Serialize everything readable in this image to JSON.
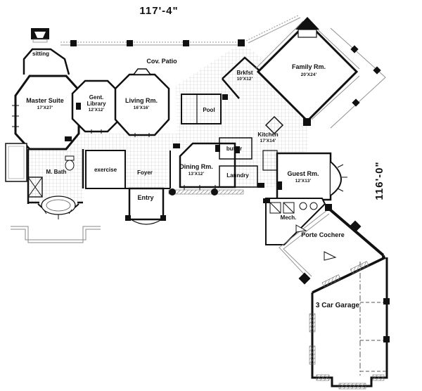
{
  "dims": {
    "width": "117'-4\"",
    "height": "116'-0\""
  },
  "rooms": {
    "sitting": {
      "label": "sitting"
    },
    "master": {
      "label": "Master Suite",
      "size": "17'X27'"
    },
    "library": {
      "label1": "Gent.",
      "label2": "Library",
      "size": "12'X12'"
    },
    "living": {
      "label": "Living Rm.",
      "size": "16'X16'"
    },
    "cov_patio": {
      "label": "Cov. Patio"
    },
    "brkfst": {
      "label": "Brkfst",
      "size": "10'X12'"
    },
    "family": {
      "label": "Family Rm.",
      "size": "20'X24'"
    },
    "pool": {
      "label": "Pool"
    },
    "kitchen": {
      "label": "Kitchen",
      "size": "17'X14'"
    },
    "butler": {
      "label": "butler"
    },
    "mbath": {
      "label": "M. Bath"
    },
    "exercise": {
      "label": "exercise"
    },
    "foyer": {
      "label": "Foyer"
    },
    "entry": {
      "label": "Entry"
    },
    "dining": {
      "label": "Dining Rm.",
      "size": "13'X12'"
    },
    "laundry": {
      "label": "Laundry"
    },
    "guest": {
      "label": "Guest Rm.",
      "size": "12'X13'"
    },
    "mech": {
      "label": "Mech."
    },
    "porte": {
      "label": "Porte Cochere"
    },
    "garage": {
      "label": "3 Car Garage"
    }
  },
  "colors": {
    "ink": "#111111",
    "hatch": "#c8c8c8",
    "thin": "#8a8a8a"
  }
}
